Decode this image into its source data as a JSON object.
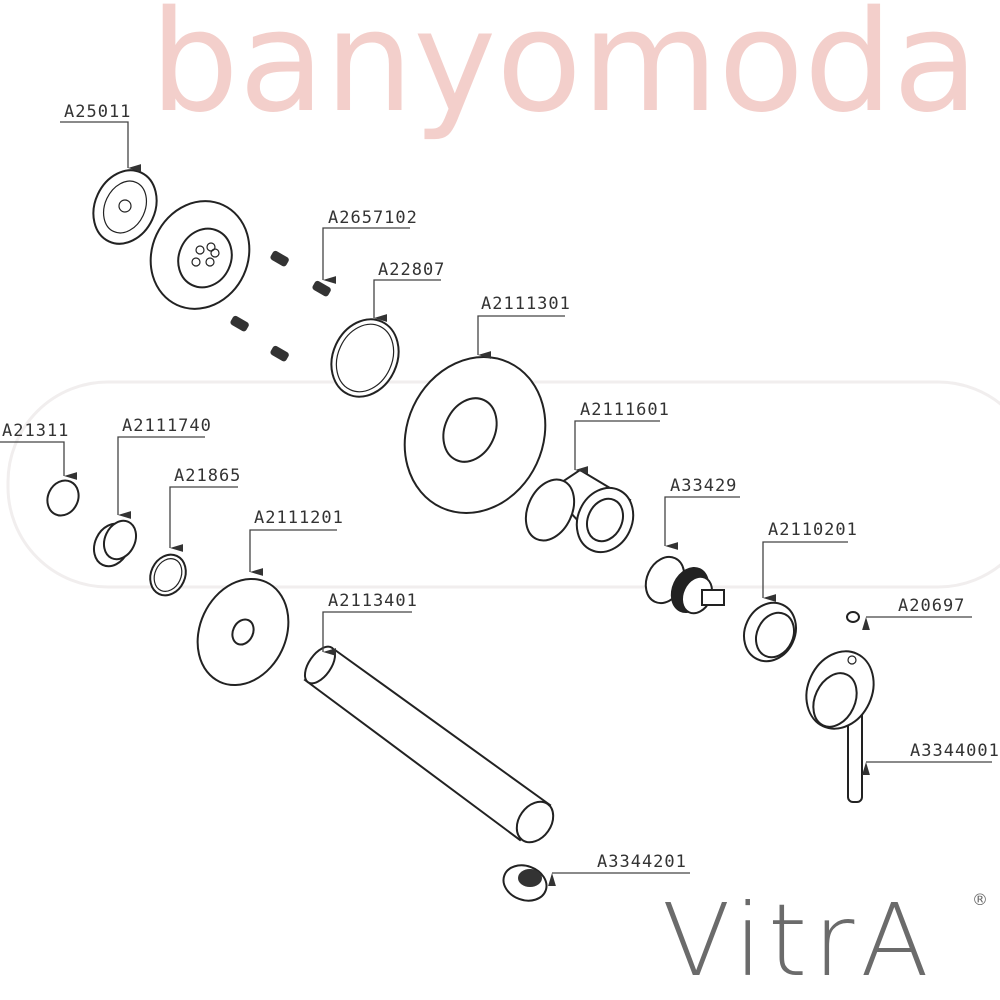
{
  "watermark": "banyomoda",
  "brand": {
    "name": "VitrA",
    "registered": "®"
  },
  "labels": {
    "base_plate": "A25011",
    "screws": "A2657102",
    "oring_large": "A22807",
    "cover_plate_large": "A2111301",
    "oring_small": "A21311",
    "threaded_adapter": "A2111740",
    "oring_medium": "A21865",
    "cover_plate_small": "A2111201",
    "sleeve": "A2111601",
    "cartridge": "A33429",
    "ring": "A2110201",
    "cap": "A20697",
    "spout": "A2113401",
    "handle": "A3344001",
    "aerator": "A3344201"
  }
}
